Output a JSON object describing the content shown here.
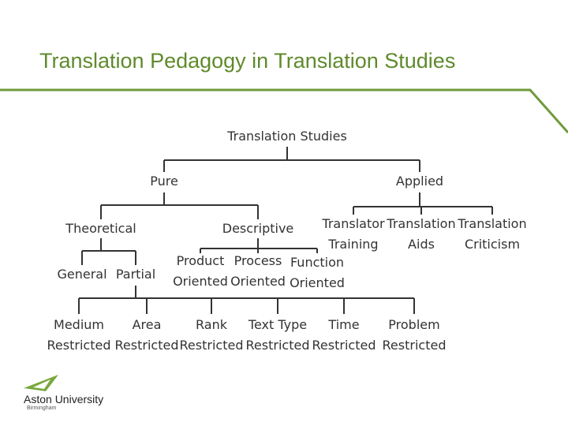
{
  "title": "Translation Pedagogy in Translation Studies",
  "colors": {
    "title": "#5f8a2c",
    "rule": "#6f9a3a",
    "tree_lines": "#333333"
  },
  "tree": {
    "root": "Translation Studies",
    "pure": "Pure",
    "applied": "Applied",
    "theoretical": "Theoretical",
    "descriptive": "Descriptive",
    "translator_training": [
      "Translator",
      "Training"
    ],
    "translation_aids": [
      "Translation",
      "Aids"
    ],
    "translation_criticism": [
      "Translation",
      "Criticism"
    ],
    "general": "General",
    "partial": "Partial",
    "product_oriented": [
      "Product",
      "Oriented"
    ],
    "process_oriented": [
      "Process",
      "Oriented"
    ],
    "function_oriented": [
      "Function",
      "Oriented"
    ],
    "medium_restricted": [
      "Medium",
      "Restricted"
    ],
    "area_restricted": [
      "Area",
      "Restricted"
    ],
    "rank_restricted": [
      "Rank",
      "Restricted"
    ],
    "text_type_restricted": [
      "Text Type",
      "Restricted"
    ],
    "time_restricted": [
      "Time",
      "Restricted"
    ],
    "problem_restricted": [
      "Problem",
      "Restricted"
    ]
  },
  "logo": {
    "name": "Aston University",
    "sub": "Birmingham",
    "icon": "aston-triangle-logo-icon"
  }
}
